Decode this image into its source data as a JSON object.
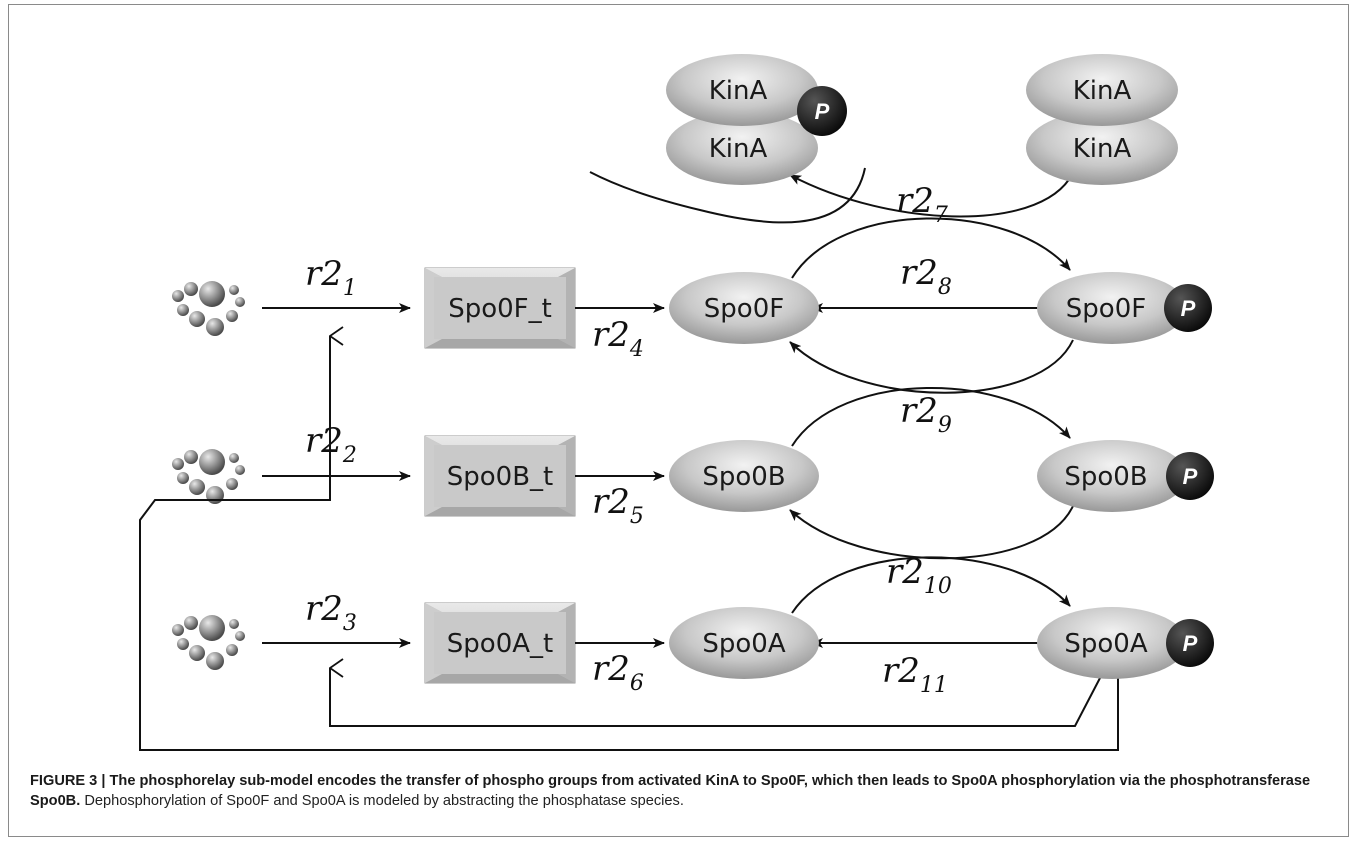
{
  "nodes": {
    "kinA_p_top": "KinA",
    "kinA_p_bottom": "KinA",
    "kinA_top": "KinA",
    "kinA_bottom": "KinA",
    "spo0f_t": "Spo0F_t",
    "spo0b_t": "Spo0B_t",
    "spo0a_t": "Spo0A_t",
    "spo0f": "Spo0F",
    "spo0b": "Spo0B",
    "spo0a": "Spo0A",
    "spo0f_p": "Spo0F",
    "spo0b_p": "Spo0B",
    "spo0a_p": "Spo0A"
  },
  "phospho_label": "P",
  "reactions": {
    "r1": {
      "base": "r2",
      "sub": "1"
    },
    "r2": {
      "base": "r2",
      "sub": "2"
    },
    "r3": {
      "base": "r2",
      "sub": "3"
    },
    "r4": {
      "base": "r2",
      "sub": "4"
    },
    "r5": {
      "base": "r2",
      "sub": "5"
    },
    "r6": {
      "base": "r2",
      "sub": "6"
    },
    "r7": {
      "base": "r2",
      "sub": "7"
    },
    "r8": {
      "base": "r2",
      "sub": "8"
    },
    "r9": {
      "base": "r2",
      "sub": "9"
    },
    "r10": {
      "base": "r2",
      "sub": "10"
    },
    "r11": {
      "base": "r2",
      "sub": "11"
    }
  },
  "caption": {
    "bold": "FIGURE 3 | The phosphorelay sub-model encodes the transfer of phospho groups from activated KinA to Spo0F, which then leads to Spo0A phosphorylation via the phosphotransferase Spo0B.",
    "normal": " Dephosphorylation of Spo0F and Spo0A is modeled by abstracting the phosphatase species."
  },
  "colors": {
    "node_fill": "#c4c4c4",
    "phospho_fill": "#151515",
    "frame": "#8a8a8a"
  }
}
